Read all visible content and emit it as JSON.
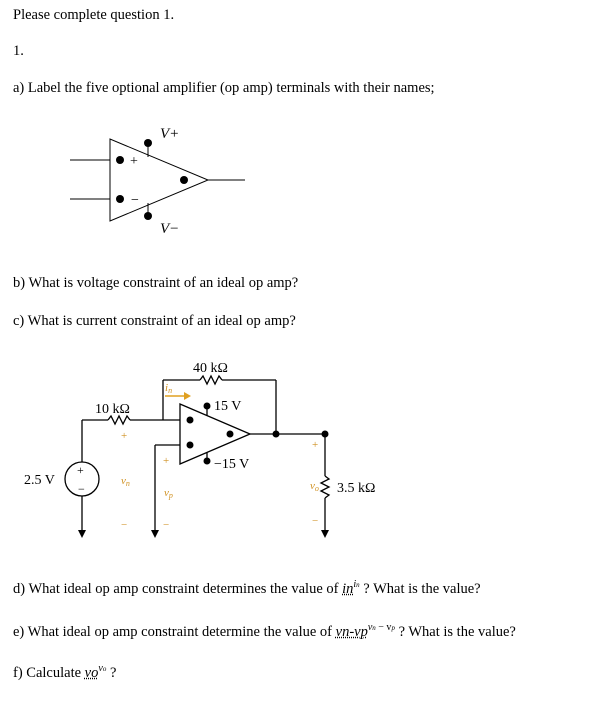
{
  "intro": "Please complete question 1.",
  "question_number": "1.",
  "part_a": "a) Label the five optional amplifier (op amp) terminals with their names;",
  "fig1": {
    "vplus": "V+",
    "vminus": "V−",
    "plus_sign": "+",
    "minus_sign": "−"
  },
  "part_b": "b) What is voltage constraint of an ideal op amp?",
  "part_c": "c) What is current constraint of an ideal op amp?",
  "fig2": {
    "r_feedback": "40 kΩ",
    "r_input": "10 kΩ",
    "r_load": "3.5 kΩ",
    "supply_pos": "15 V",
    "supply_neg": "−15 V",
    "source": "2.5 V",
    "in_label": "i",
    "in_sub": "n",
    "vn_label": "v",
    "vn_sub": "n",
    "vp_label": "v",
    "vp_sub": "p",
    "vo_label": "v",
    "vo_sub": "o",
    "plus": "+",
    "minus": "−"
  },
  "part_d": {
    "before": "d) What ideal op amp constraint determines the value of ",
    "var": "in",
    "sup": "i",
    "sup_sub": "n",
    "after": " ? What is the value?"
  },
  "part_e": {
    "before": "e) What ideal op amp constraint determine the value of ",
    "var": "vn-vp",
    "sup": "v",
    "sup_mid": "n",
    "sup_rest": " − v",
    "sup_end": "p",
    "after": " ? What is the value?"
  },
  "part_f": {
    "before": "f) Calculate ",
    "var": "vo",
    "sup": "v",
    "sup_sub": "o",
    "after": " ?"
  }
}
